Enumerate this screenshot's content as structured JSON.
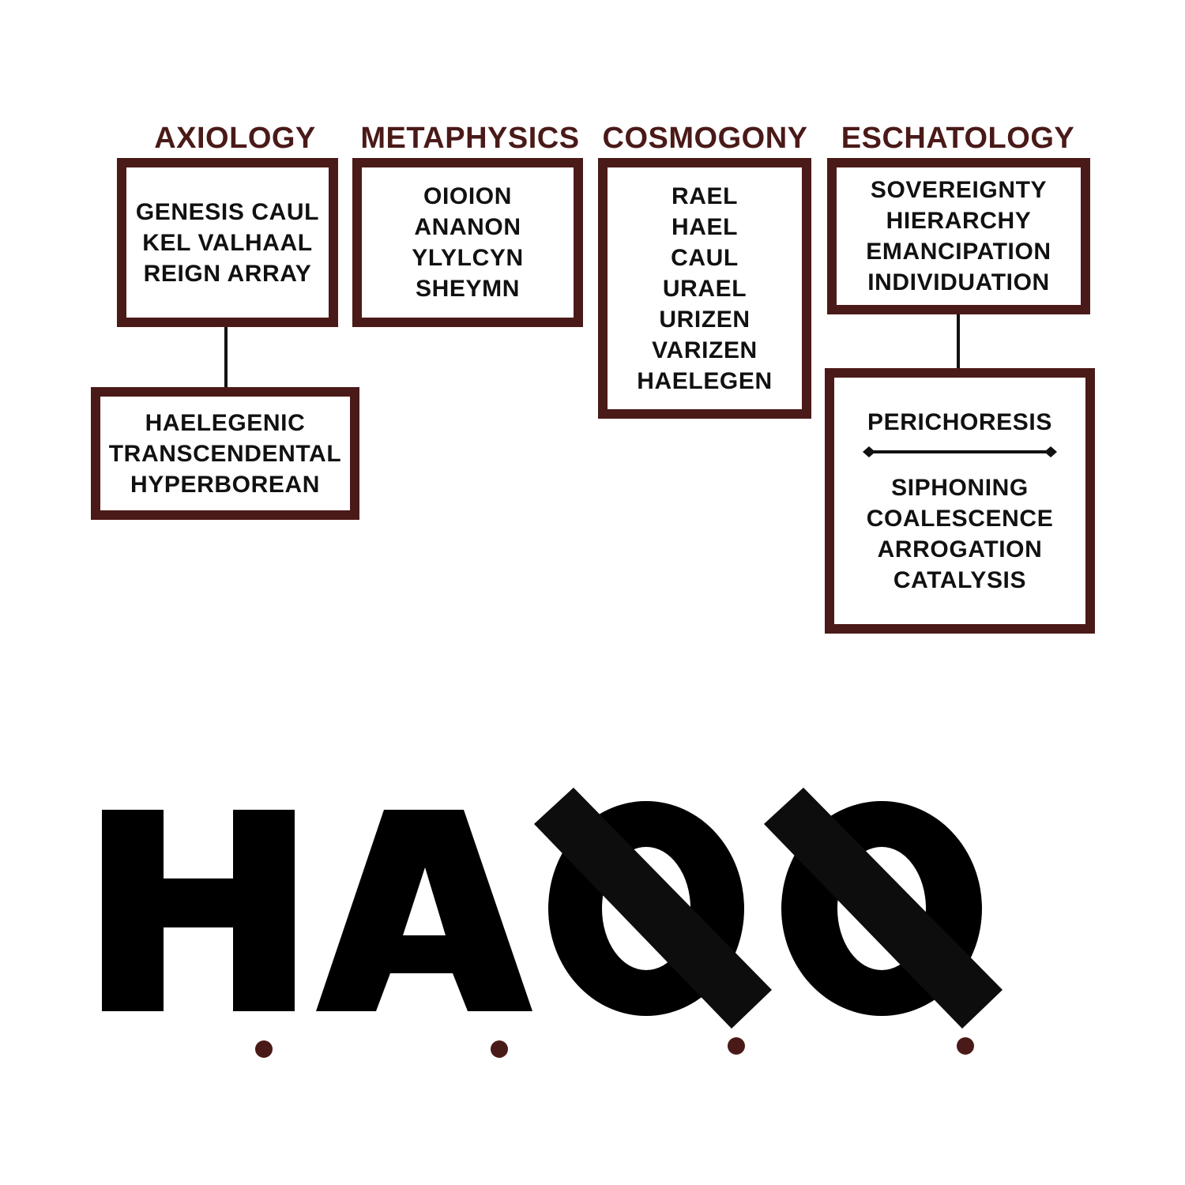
{
  "headings": {
    "axiology": "AXIOLOGY",
    "metaphysics": "METAPHYSICS",
    "cosmogony": "COSMOGONY",
    "eschatology": "ESCHATOLOGY"
  },
  "axiology_box": {
    "lines": [
      "GENESIS CAUL",
      "KEL VALHAAL",
      "REIGN ARRAY"
    ]
  },
  "axiology_sub_box": {
    "lines": [
      "HAELEGENIC",
      "TRANSCENDENTAL",
      "HYPERBOREAN"
    ]
  },
  "metaphysics_box": {
    "lines": [
      "OIOION",
      "ANANON",
      "YLYLCYN",
      "SHEYMN"
    ]
  },
  "cosmogony_box": {
    "lines": [
      "RAEL",
      "HAEL",
      "CAUL",
      "URAEL",
      "URIZEN",
      "VARIZEN",
      "HAELEGEN"
    ]
  },
  "eschatology_box": {
    "lines": [
      "SOVEREIGNTY",
      "HIERARCHY",
      "EMANCIPATION",
      "INDIVIDUATION"
    ]
  },
  "eschatology_sub_box": {
    "top_line": "PERICHORESIS",
    "lines": [
      "SIPHONING",
      "COALESCENCE",
      "ARROGATION",
      "CATALYSIS"
    ]
  },
  "logo": {
    "letters": [
      "H",
      "A",
      "O",
      "O"
    ],
    "dot_color": "#4a1a18"
  },
  "colors": {
    "frame": "#4a1a18",
    "text": "#111111",
    "logo": "#000000"
  }
}
